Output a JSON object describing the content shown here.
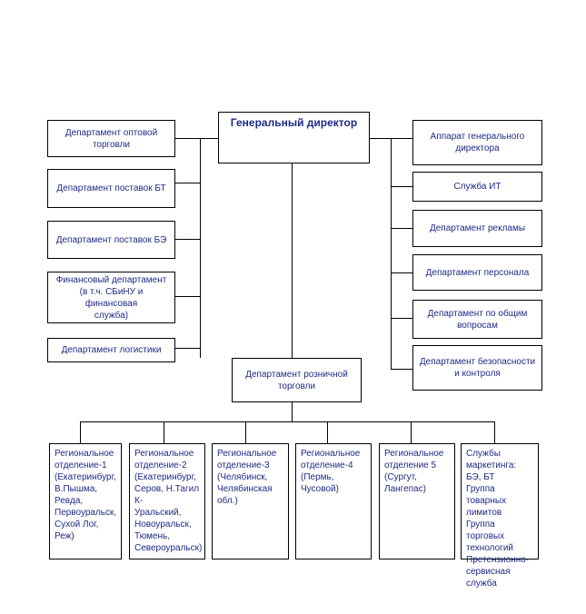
{
  "top": {
    "title": "Генеральный директор"
  },
  "left": [
    "Департамент оптовой\nторговли",
    "Департамент поставок БТ",
    "Департамент поставок БЭ",
    "Финансовый департамент\n(в т.ч. СБиНУ и финансовая\nслужба)",
    "Департамент логистики"
  ],
  "right": [
    "Аппарат генерального\nдиректора",
    "Служба ИТ",
    "Департамент рекламы",
    "Департамент персонала",
    "Департамент по общим\nвопросам",
    "Департамент безопасности\nи контроля"
  ],
  "retail": {
    "title": "Департамент розничной\nторговли"
  },
  "regions": [
    "Региональное\nотделение-1\n(Екатеринбург,\nВ.Пышма,\nРевда,\nПервоуральск,\nСухой Лог, Реж)",
    "Региональное\nотделение-2\n(Екатеринбург,\nСеров, Н.Тагил К-\nУральский,\nНовоуральск,\nТюмень,\nСевероуральск)",
    "Региональное\nотделение-3\n(Челябинск,\nЧелябинская обл.)",
    "Региональное\nотделение-4\n(Пермь, Чусовой)",
    "Региональное\nотделение 5\n(Сургут, Лангепас)",
    "Службы\nмаркетинга:\nБЭ, БТ\nГруппа товарных\nлимитов\nГруппа торговых\nтехнологий\nПретензионно-\nсервисная служба"
  ]
}
